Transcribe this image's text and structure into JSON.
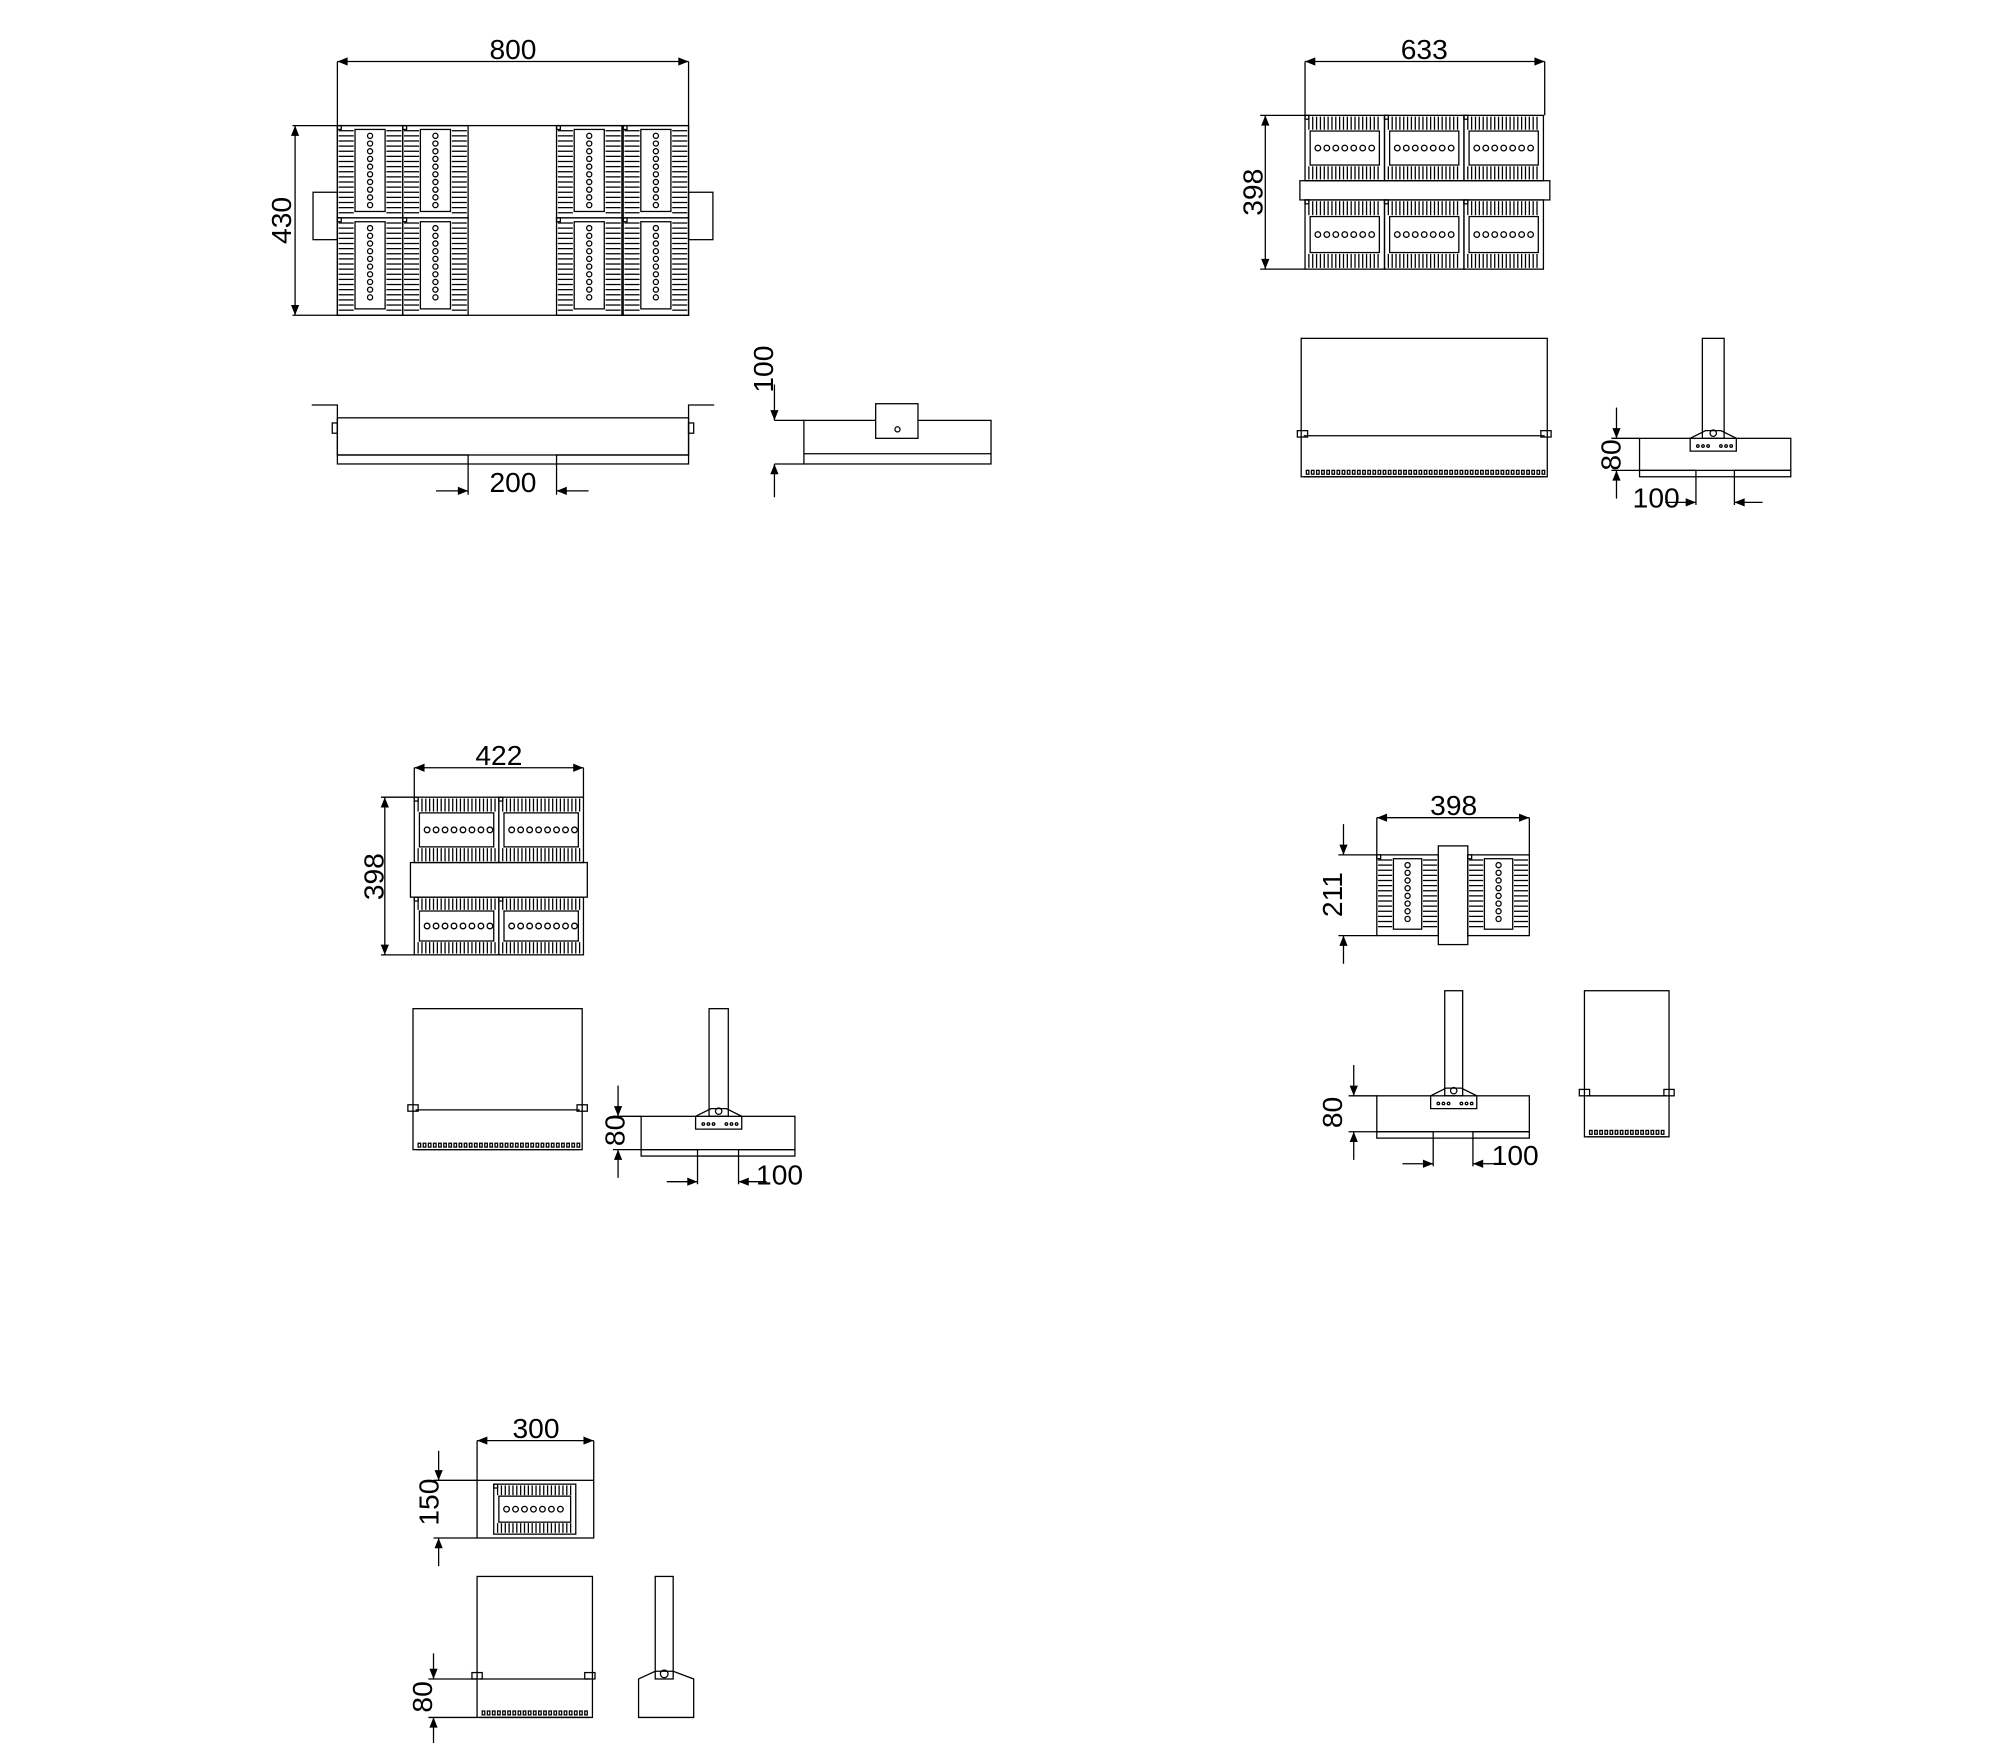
{
  "colors": {
    "line": "#000000",
    "background": "#ffffff"
  },
  "views": [
    {
      "name": "fixture-800",
      "width_label": "800",
      "height_label": "430",
      "gap_label": "200",
      "depth_label": "100"
    },
    {
      "name": "fixture-633",
      "width_label": "633",
      "height_label": "398",
      "depth_label": "80",
      "gap_label": "100"
    },
    {
      "name": "fixture-422",
      "width_label": "422",
      "height_label": "398",
      "depth_label": "80",
      "gap_label": "100"
    },
    {
      "name": "fixture-398",
      "width_label": "398",
      "height_label": "211",
      "depth_label": "80",
      "gap_label": "100"
    },
    {
      "name": "fixture-300",
      "width_label": "300",
      "height_label": "150",
      "depth_label": "80"
    }
  ]
}
